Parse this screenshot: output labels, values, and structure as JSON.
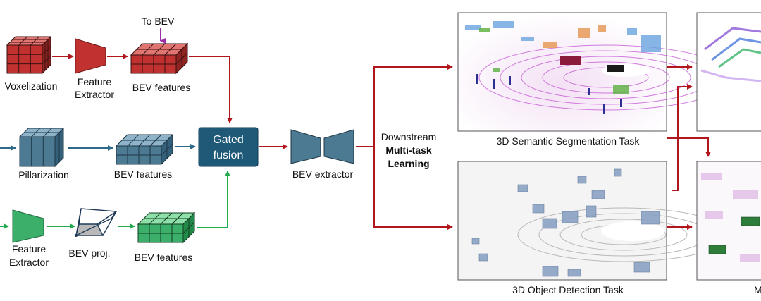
{
  "top_branch": {
    "to_bev": "To BEV",
    "voxelization": "Voxelization",
    "feature_extractor_line1": "Feature",
    "feature_extractor_line2": "Extractor",
    "bev_features": "BEV features"
  },
  "mid_branch": {
    "pillarization": "Pillarization",
    "bev_features": "BEV features"
  },
  "bottom_branch": {
    "feature_extractor_line1": "Feature",
    "feature_extractor_line2": "Extractor",
    "bev_proj": "BEV proj.",
    "bev_features": "BEV features"
  },
  "fusion": {
    "line1": "Gated",
    "line2": "fusion"
  },
  "bev_extractor": "BEV extractor",
  "downstream": {
    "line1": "Downstream",
    "line2": "Multi-task",
    "line3": "Learning"
  },
  "tasks": {
    "segmentation": "3D Semantic Segmentation Task",
    "detection": "3D Object Detection Task",
    "clipped_label": "M"
  },
  "colors": {
    "red": "#c0312f",
    "red_arrow": "#b0161c",
    "blue": "#4d7a93",
    "blue_arrow": "#2d6a8a",
    "green": "#3cb06b",
    "green_arrow": "#22a84d",
    "fusion": "#1e5a78",
    "purple": "#9b2fa8"
  }
}
